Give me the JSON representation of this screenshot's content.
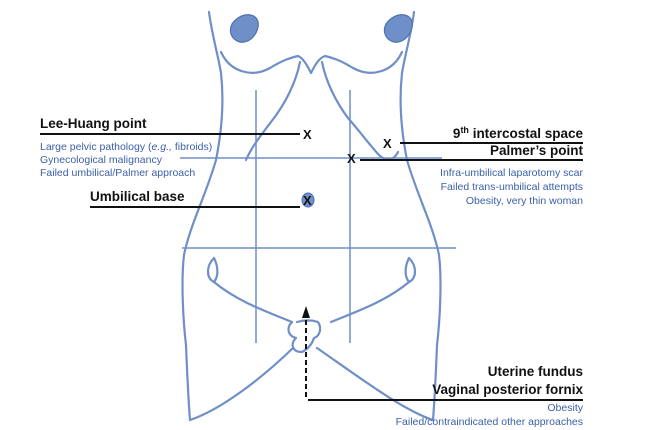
{
  "labels": {
    "lee_huang": {
      "title": "Lee-Huang point",
      "sub_1_pre": "Large pelvic pathology (",
      "sub_1_em": "e.g.,",
      "sub_1_post": " fibroids)",
      "sub_2": "Gynecological malignancy",
      "sub_3": "Failed umbilical/Palmer approach"
    },
    "umbilical": {
      "title": "Umbilical base"
    },
    "intercostal": {
      "title_pre": "9",
      "title_sup": "th",
      "title_post": " intercostal space"
    },
    "palmer": {
      "title": "Palmer’s point",
      "sub_1": "Infra-umbilical laparotomy scar",
      "sub_2": "Failed trans-umbilical attempts",
      "sub_3": "Obesity, very thin woman"
    },
    "uterine": {
      "title_1": "Uterine fundus",
      "title_2": "Vaginal posterior fornix",
      "sub_1": "Obesity",
      "sub_2": "Failed/contraindicated other approaches"
    }
  },
  "marks": {
    "lee_huang": "X",
    "intercostal": "X",
    "palmer": "X",
    "umbilical": "X"
  },
  "colors": {
    "body": "#6f8fc9",
    "breast_fill": "#6f8fc9",
    "sub_text": "#3b5fa6",
    "heading_text": "#111111"
  }
}
